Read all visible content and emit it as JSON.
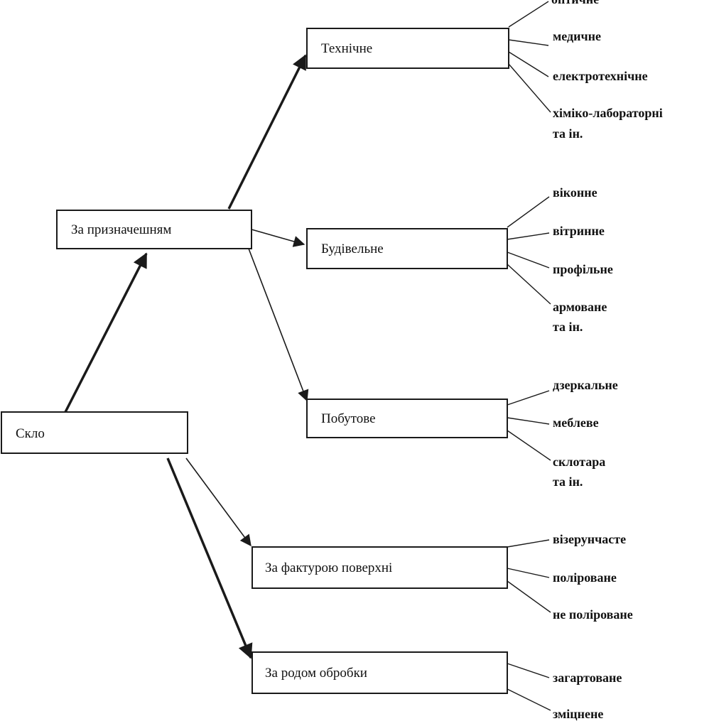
{
  "diagram": {
    "root": "Скло",
    "categories": {
      "purpose": "За призначешням",
      "surface": "За фактурою поверхні",
      "processing": "За родом обробки"
    },
    "purpose_types": {
      "technical": "Технічне",
      "construction": "Будівельне",
      "household": "Побутове"
    },
    "leaves": {
      "technical": [
        "оптичне",
        "медичне",
        "електротехнічне",
        "хіміко-лабораторні",
        "та ін."
      ],
      "construction": [
        "віконне",
        "вітринне",
        "профільне",
        "армоване",
        "та ін."
      ],
      "household": [
        "дзеркальне",
        "меблеве",
        "склотара",
        "та ін."
      ],
      "surface": [
        "візерунчасте",
        "поліроване",
        "не поліроване"
      ],
      "processing": [
        "загартоване",
        "зміцнене"
      ]
    }
  }
}
